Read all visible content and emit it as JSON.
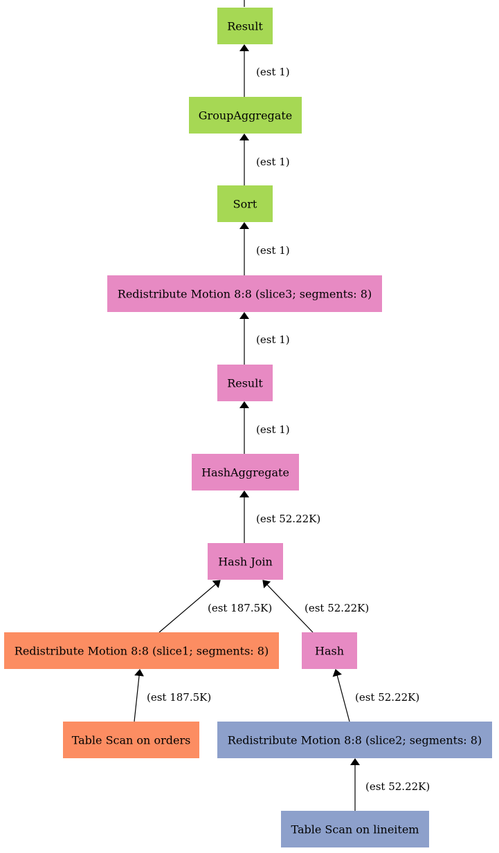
{
  "colors": {
    "green": "#a6d854",
    "pink": "#e78ac3",
    "orange": "#fc8d62",
    "blue": "#8da0cb",
    "edge": "#000000"
  },
  "nodes": [
    {
      "id": "result-top",
      "label": "Result",
      "color": "green"
    },
    {
      "id": "group-aggregate",
      "label": "GroupAggregate",
      "color": "green"
    },
    {
      "id": "sort",
      "label": "Sort",
      "color": "green"
    },
    {
      "id": "redistribute-slice3",
      "label": "Redistribute Motion 8:8 (slice3; segments: 8)",
      "color": "pink"
    },
    {
      "id": "result-mid",
      "label": "Result",
      "color": "pink"
    },
    {
      "id": "hash-aggregate",
      "label": "HashAggregate",
      "color": "pink"
    },
    {
      "id": "hash-join",
      "label": "Hash Join",
      "color": "pink"
    },
    {
      "id": "redistribute-slice1",
      "label": "Redistribute Motion 8:8 (slice1; segments: 8)",
      "color": "orange"
    },
    {
      "id": "hash",
      "label": "Hash",
      "color": "pink"
    },
    {
      "id": "table-scan-orders",
      "label": "Table Scan on orders",
      "color": "orange"
    },
    {
      "id": "redistribute-slice2",
      "label": "Redistribute Motion 8:8 (slice2; segments: 8)",
      "color": "blue"
    },
    {
      "id": "table-scan-lineitem",
      "label": "Table Scan on lineitem",
      "color": "blue"
    }
  ],
  "edges": [
    {
      "from": "group-aggregate",
      "to": "result-top",
      "label": "(est 1)"
    },
    {
      "from": "sort",
      "to": "group-aggregate",
      "label": "(est 1)"
    },
    {
      "from": "redistribute-slice3",
      "to": "sort",
      "label": "(est 1)"
    },
    {
      "from": "result-mid",
      "to": "redistribute-slice3",
      "label": "(est 1)"
    },
    {
      "from": "hash-aggregate",
      "to": "result-mid",
      "label": "(est 1)"
    },
    {
      "from": "hash-join",
      "to": "hash-aggregate",
      "label": "(est 52.22K)"
    },
    {
      "from": "redistribute-slice1",
      "to": "hash-join",
      "label": "(est 187.5K)"
    },
    {
      "from": "hash",
      "to": "hash-join",
      "label": "(est 52.22K)"
    },
    {
      "from": "table-scan-orders",
      "to": "redistribute-slice1",
      "label": "(est 187.5K)"
    },
    {
      "from": "redistribute-slice2",
      "to": "hash",
      "label": "(est 52.22K)"
    },
    {
      "from": "table-scan-lineitem",
      "to": "redistribute-slice2",
      "label": "(est 52.22K)"
    }
  ]
}
